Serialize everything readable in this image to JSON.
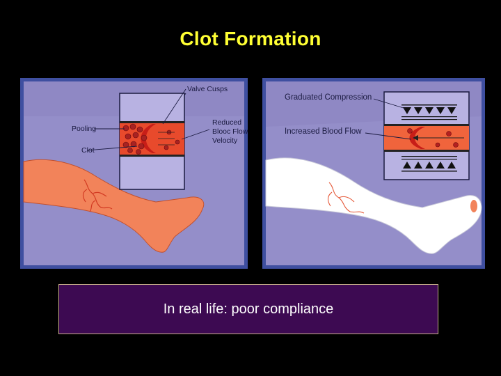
{
  "slide": {
    "title": "Clot Formation",
    "caption": "In real life: poor compliance"
  },
  "left_diagram": {
    "labels": {
      "valve_cusps": "Valve Cusps",
      "pooling": "Pooling",
      "clot": "Clot",
      "reduced_1": "Reduced",
      "reduced_2": "Blooc Flow",
      "reduced_3": "Velocity"
    }
  },
  "right_diagram": {
    "labels": {
      "graduated_compression": "Graduated Compression",
      "increased_flow": "Increased Blood Flow"
    }
  },
  "colors": {
    "background": "#000000",
    "title": "#ffff33",
    "panel_bg": "#8f88c4",
    "panel_border": "#3f4fa0",
    "leg_bare": "#f2835a",
    "leg_stocking": "#ffffff",
    "vein": "#e65a3a",
    "caption_bg": "#3d0a52"
  }
}
